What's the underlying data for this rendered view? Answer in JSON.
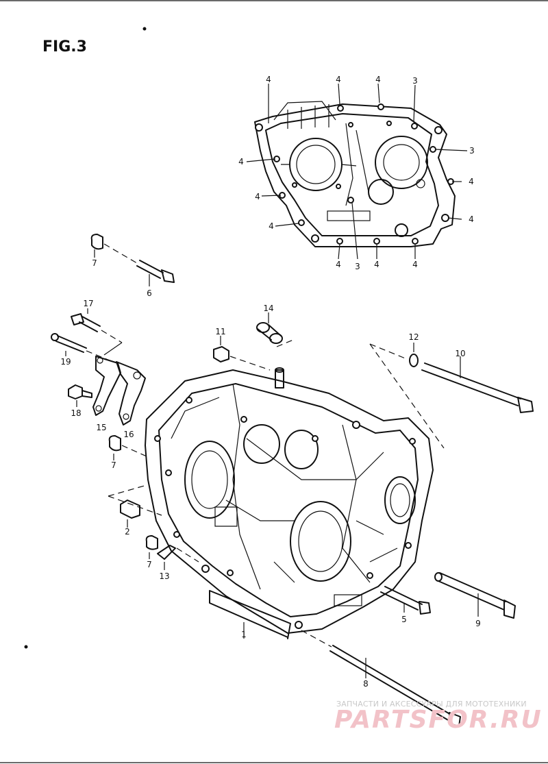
{
  "figure": {
    "title": "FIG.3"
  },
  "callouts": [
    {
      "id": "p4a",
      "text": "4"
    },
    {
      "id": "p4b",
      "text": "4"
    },
    {
      "id": "p4c",
      "text": "4"
    },
    {
      "id": "p3a",
      "text": "3"
    },
    {
      "id": "p3b",
      "text": "3"
    },
    {
      "id": "p4d",
      "text": "4"
    },
    {
      "id": "p4e",
      "text": "4"
    },
    {
      "id": "p4f",
      "text": "4"
    },
    {
      "id": "p4g",
      "text": "4"
    },
    {
      "id": "p4h",
      "text": "4"
    },
    {
      "id": "p4i",
      "text": "4"
    },
    {
      "id": "p3c",
      "text": "3"
    },
    {
      "id": "p4j",
      "text": "4"
    },
    {
      "id": "p4k",
      "text": "4"
    },
    {
      "id": "p7a",
      "text": "7"
    },
    {
      "id": "p6",
      "text": "6"
    },
    {
      "id": "p17",
      "text": "17"
    },
    {
      "id": "p19",
      "text": "19"
    },
    {
      "id": "p14",
      "text": "14"
    },
    {
      "id": "p11",
      "text": "11"
    },
    {
      "id": "p12",
      "text": "12"
    },
    {
      "id": "p10",
      "text": "10"
    },
    {
      "id": "p18",
      "text": "18"
    },
    {
      "id": "p15",
      "text": "15"
    },
    {
      "id": "p16",
      "text": "16"
    },
    {
      "id": "p7b",
      "text": "7"
    },
    {
      "id": "p2",
      "text": "2"
    },
    {
      "id": "p7c",
      "text": "7"
    },
    {
      "id": "p13",
      "text": "13"
    },
    {
      "id": "p1",
      "text": "1"
    },
    {
      "id": "p5",
      "text": "5"
    },
    {
      "id": "p9",
      "text": "9"
    },
    {
      "id": "p8",
      "text": "8"
    }
  ],
  "watermark": {
    "caption": "ЗАПЧАСТИ И АКСЕССУАРЫ ДЛЯ МОТОТЕХНИКИ",
    "logo": "PARTSFOR.RU"
  }
}
